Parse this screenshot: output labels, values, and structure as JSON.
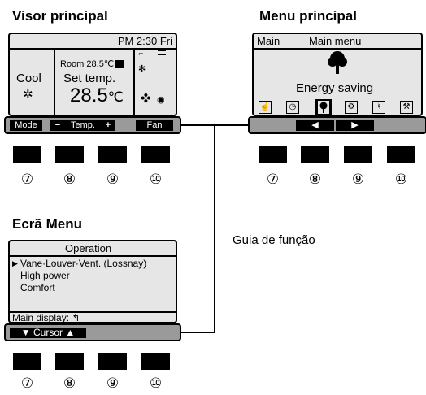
{
  "headings": {
    "visor": "Visor principal",
    "menu": "Menu principal",
    "ecra": "Ecrã Menu"
  },
  "guide_label": "Guia de função",
  "main_display": {
    "time": "PM 2:30 Fri",
    "mode": "Cool",
    "room": "Room 28.5℃",
    "set_label": "Set temp.",
    "temp": "28.5",
    "unit": "℃",
    "fkeys": [
      "Mode",
      "−",
      "Temp.",
      "+",
      "Fan"
    ]
  },
  "main_menu": {
    "left": "Main",
    "title": "Main menu",
    "selected": "Energy saving",
    "fkeys": [
      "◀",
      "▶"
    ]
  },
  "menu_screen": {
    "title": "Operation",
    "items": [
      "Vane·Louver·Vent. (Lossnay)",
      "High power",
      "Comfort"
    ],
    "footer": "Main display: ↰",
    "fkey_label": "▼ Cursor ▲"
  },
  "button_numbers": [
    "⑦",
    "⑧",
    "⑨",
    "⑩"
  ],
  "colors": {
    "lcd_bg": "#e6e6e6",
    "bar_bg": "#9a9a9a",
    "key": "#000000"
  }
}
